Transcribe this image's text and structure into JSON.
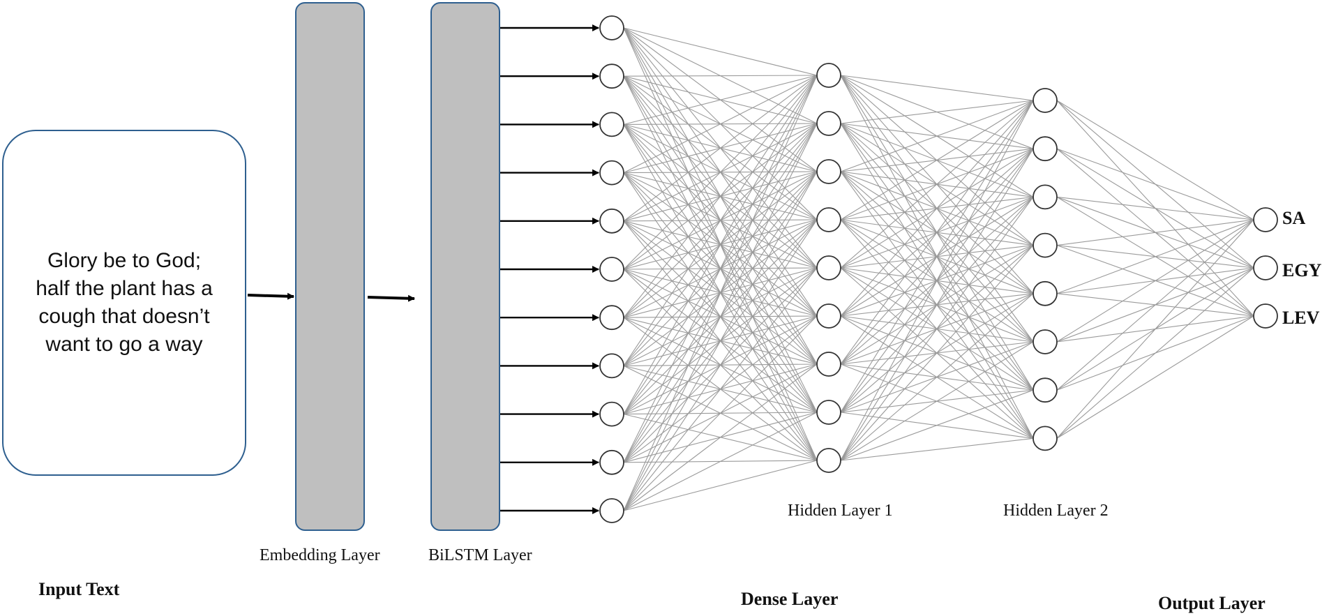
{
  "input": {
    "lines": [
      "Glory be to God;",
      "half the plant has a",
      "cough that doesn’t",
      "want to go a way"
    ]
  },
  "labels": {
    "embedding": "Embedding Layer",
    "bilstm": "BiLSTM Layer",
    "hidden1": "Hidden Layer 1",
    "hidden2": "Hidden Layer 2",
    "input_text": "Input Text",
    "dense": "Dense Layer",
    "output": "Output Layer"
  },
  "network": {
    "bilstm_outputs": 11,
    "hidden1_nodes": 9,
    "hidden2_nodes": 8,
    "outputs": [
      "SA",
      "EGY",
      "LEV"
    ]
  },
  "colors": {
    "layer_fill": "#bfbfbf",
    "layer_border": "#2e5f8f",
    "connection": "#9a9a9a",
    "arrow": "#000000"
  }
}
